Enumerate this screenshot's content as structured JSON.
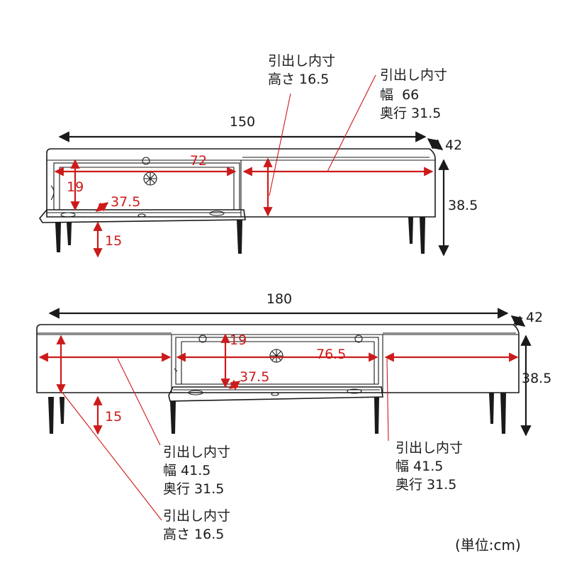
{
  "top": {
    "width": "150",
    "depth": "42",
    "height": "38.5",
    "inner_width_left": "72",
    "inner_height_left": "19",
    "inner_depth_left": "37.5",
    "leg_height": "15",
    "note_height": {
      "title": "引出し内寸",
      "line1": "高さ 16.5"
    },
    "note_drawer": {
      "title": "引出し内寸",
      "line1": "幅  66",
      "line2": "奥行 31.5"
    }
  },
  "bottom": {
    "width": "180",
    "depth": "42",
    "height": "38.5",
    "inner_height_center": "19",
    "inner_width_center": "76.5",
    "inner_depth_center": "37.5",
    "leg_height": "15",
    "note_left_drawer": {
      "title": "引出し内寸",
      "line1": "幅 41.5",
      "line2": "奥行 31.5"
    },
    "note_left_height": {
      "title": "引出し内寸",
      "line1": "高さ 16.5"
    },
    "note_right_drawer": {
      "title": "引出し内寸",
      "line1": "幅 41.5",
      "line2": "奥行 31.5"
    }
  },
  "unit": "(単位:cm)",
  "colors": {
    "line": "#1a1a1a",
    "dimension_red": "#cc1a1a",
    "background": "#ffffff"
  }
}
